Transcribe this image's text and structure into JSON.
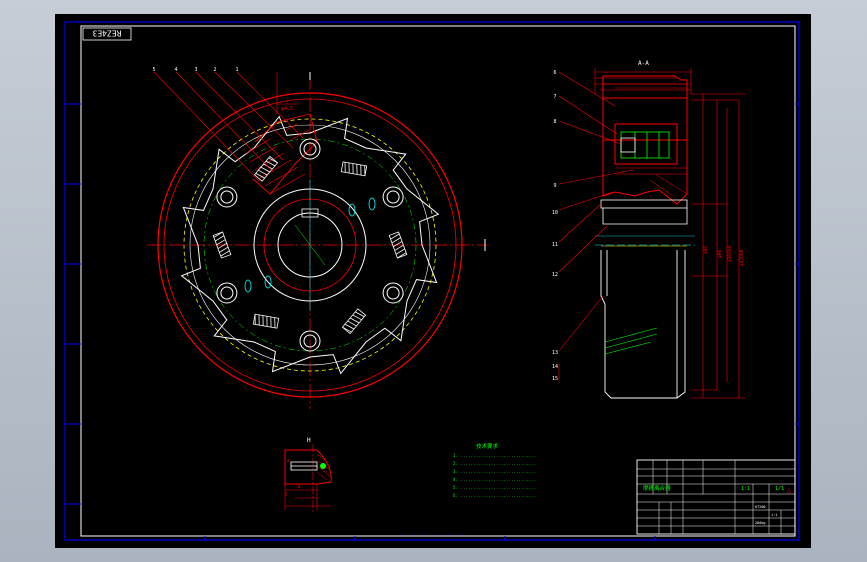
{
  "drawing": {
    "stamp_code": "REZ4E3",
    "section_label": "A-A",
    "detail_label": "H",
    "part_numbers_left": [
      "5",
      "4",
      "3",
      "2",
      "1"
    ],
    "part_numbers_right": [
      "6",
      "7",
      "8",
      "9",
      "10",
      "11",
      "12",
      "13",
      "14",
      "15"
    ],
    "notes_title": "技术要求",
    "notes_lines": [
      "1. ..............................",
      "2. ..............................",
      "3. ..............................",
      "4. ..............................",
      "5. ..............................",
      "6. .............................."
    ],
    "title_block": {
      "drawing_name": "摩擦离合器",
      "scale": "1:1",
      "sheet": "1/1"
    },
    "bottom_caption": "..............................",
    "colors": {
      "background": "#000000",
      "frame": "#0000ff",
      "outline": "#ff0000",
      "dimension": "#ff0000",
      "centerline": "#ff0000",
      "green": "#00ff00",
      "yellow": "#ffff00",
      "white": "#ffffff",
      "cyan": "#00ffff"
    }
  }
}
